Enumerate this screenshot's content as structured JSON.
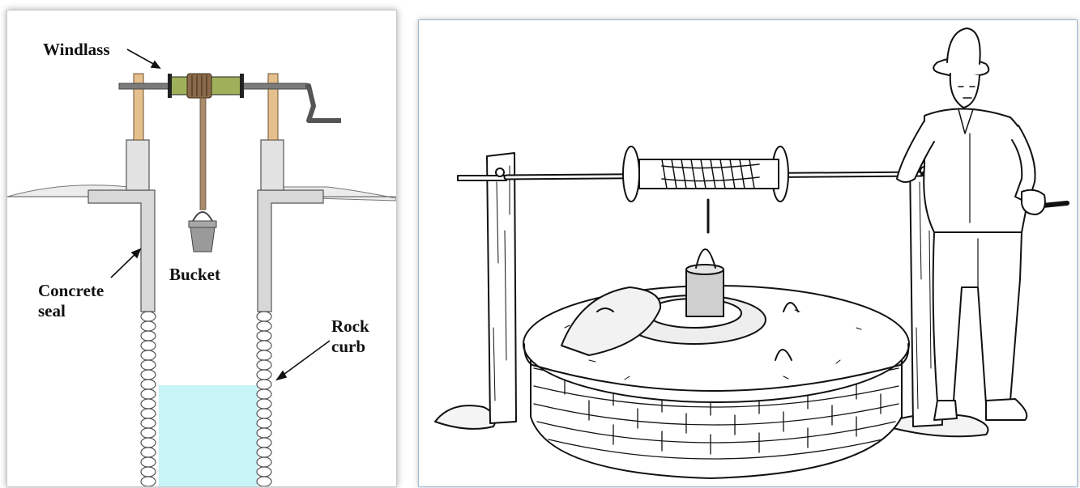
{
  "left_diagram": {
    "labels": {
      "windlass": "Windlass",
      "bucket": "Bucket",
      "concrete_seal": "Concrete\nseal",
      "rock_curb": "Rock\ncurb"
    },
    "colors": {
      "water": "#c8f4f8",
      "concrete": "#d8d8d8",
      "wood_post": "#e5c08d",
      "drum": "#9fb05a",
      "rope": "#a98a6a",
      "bucket": "#9a9a9a",
      "rock": "#ffffff"
    }
  },
  "right_illustration": {
    "labels": {}
  }
}
